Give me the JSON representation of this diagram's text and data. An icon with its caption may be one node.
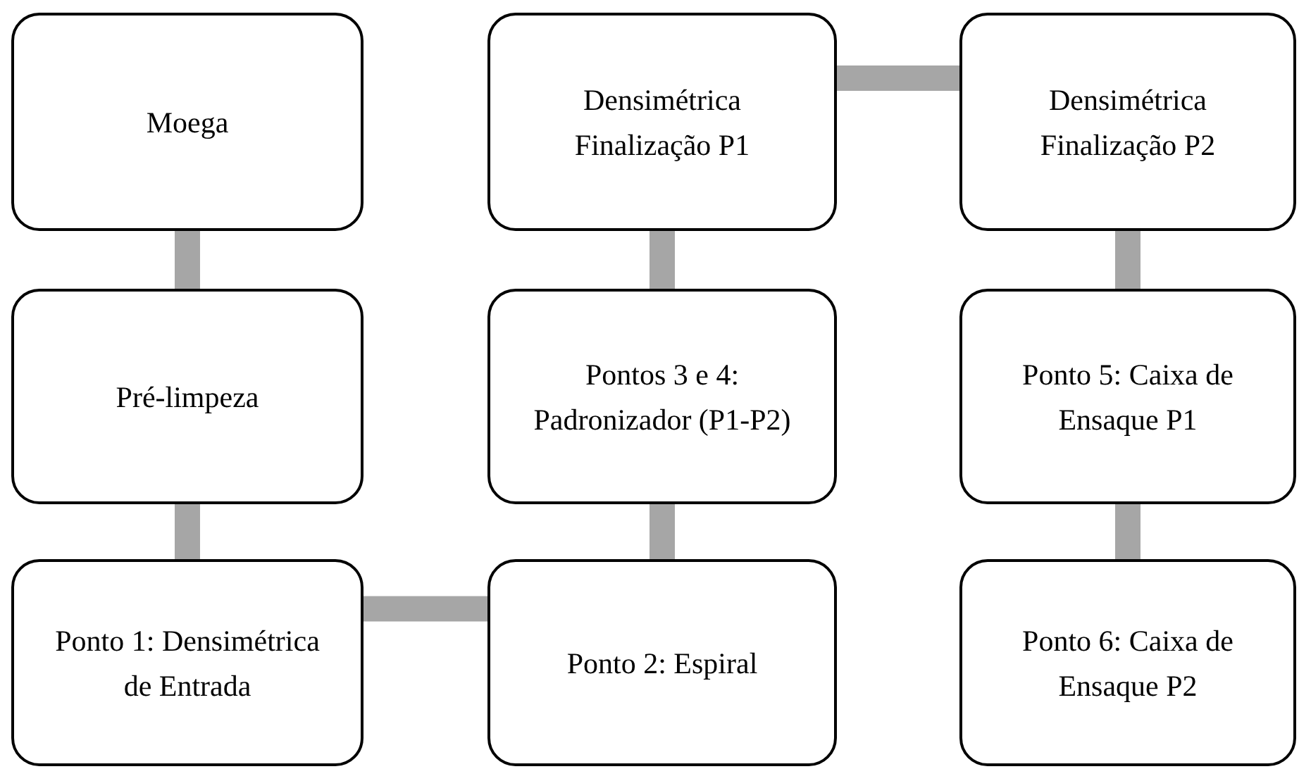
{
  "diagram": {
    "nodes": [
      {
        "text": [
          "Moega"
        ]
      },
      {
        "text": [
          "Densimétrica Finalização P1"
        ]
      },
      {
        "text": [
          "Densimétrica Finalização P2"
        ]
      },
      {
        "text": [
          "Pré-limpeza"
        ]
      },
      {
        "text": [
          "Pontos 3 e 4: Padronizador (P1-P2)"
        ]
      },
      {
        "text": [
          "Ponto 5: Caixa de Ensaque P1"
        ]
      },
      {
        "text": [
          "Ponto 1: Densimétrica de Entrada"
        ]
      },
      {
        "text": [
          "Ponto 2: Espiral"
        ]
      },
      {
        "text": [
          "Ponto 6: Caixa de Ensaque P2"
        ]
      }
    ],
    "edges": [
      {
        "from": 0,
        "to": 3,
        "arrow": "none"
      },
      {
        "from": 3,
        "to": 6,
        "arrow": "none"
      },
      {
        "from": 6,
        "to": 7,
        "arrow": "none"
      },
      {
        "from": 7,
        "to": 4,
        "arrow": "none"
      },
      {
        "from": 4,
        "to": 1,
        "arrow": "none"
      },
      {
        "from": 1,
        "to": 2,
        "arrow": "none"
      },
      {
        "from": 2,
        "to": 5,
        "arrow": "none"
      },
      {
        "from": 5,
        "to": 8,
        "arrow": "none"
      }
    ]
  }
}
